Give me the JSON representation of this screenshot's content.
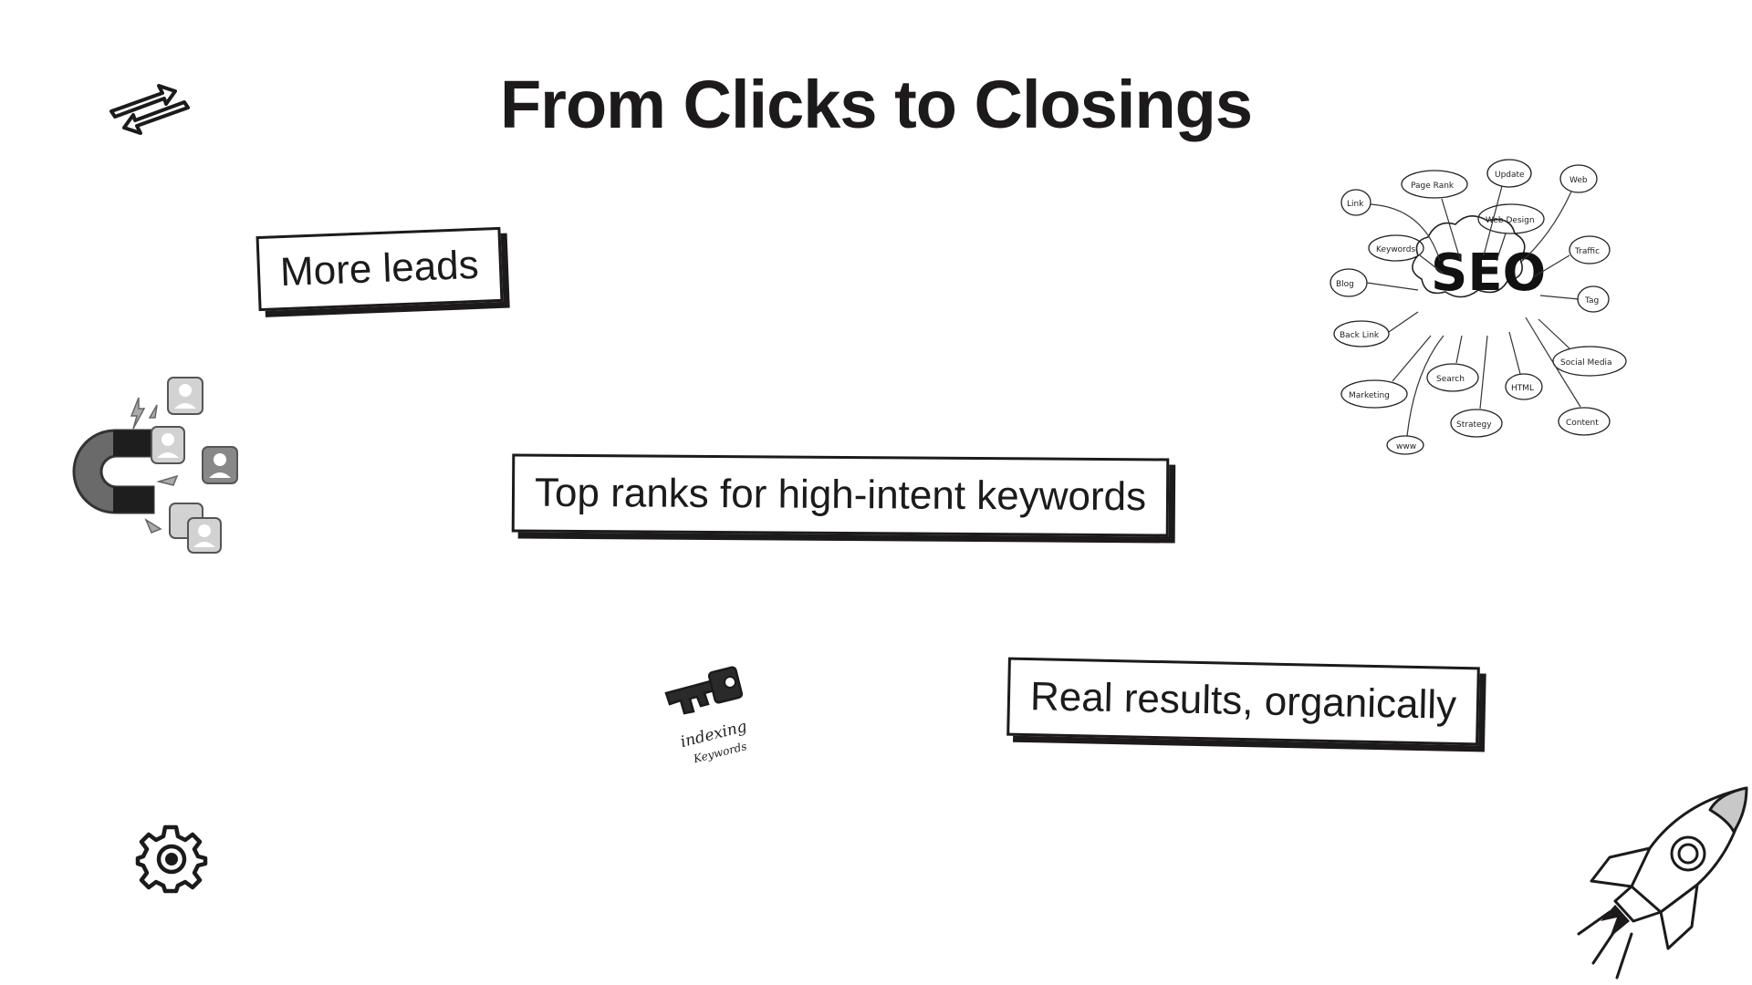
{
  "slide": {
    "title": "From Clicks to Closings",
    "callouts": [
      {
        "label": "More leads"
      },
      {
        "label": "Top ranks for high-intent keywords"
      },
      {
        "label": "Real results, organically"
      }
    ]
  },
  "seo_map": {
    "center": "SEO",
    "terms": [
      "Link",
      "Page Rank",
      "Update",
      "Web",
      "Web Design",
      "Keywords",
      "Traffic",
      "Blog",
      "Tag",
      "Back Link",
      "Social Media",
      "Search",
      "HTML",
      "Marketing",
      "Strategy",
      "Content",
      "www"
    ]
  },
  "key_doodle": {
    "line1": "indexing",
    "line2": "Keywords"
  },
  "icons": {
    "arrows": "swap-arrows-icon",
    "magnet": "lead-magnet-icon",
    "gear": "gear-icon",
    "rocket": "rocket-icon",
    "key": "key-icon",
    "seo": "seo-mindmap-icon"
  }
}
